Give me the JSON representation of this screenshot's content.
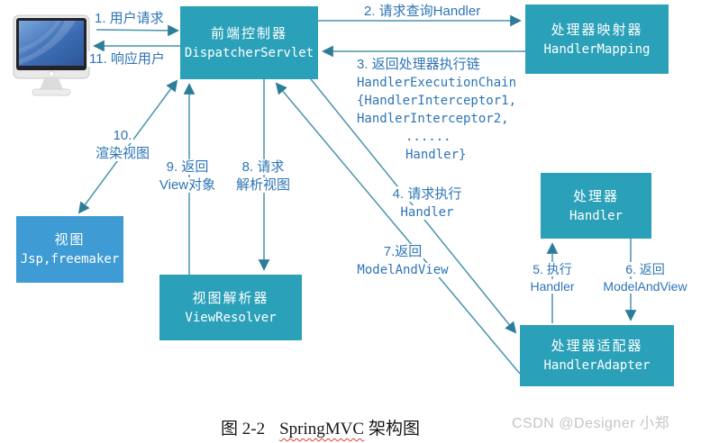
{
  "colors": {
    "box_teal": "#2ba1b9",
    "box_blue": "#3f9bd4",
    "arrow_line": "#4a93ab",
    "arrow_head": "#2c7d97",
    "label_blue": "#2e74b5",
    "caption_underline": "#e03c2d",
    "watermark_gray": "#c5c5c5"
  },
  "nodes": {
    "dispatcher": {
      "title": "前端控制器",
      "subtitle": "DispatcherServlet"
    },
    "handler_mapping": {
      "title": "处理器映射器",
      "subtitle": "HandlerMapping"
    },
    "handler": {
      "title": "处理器",
      "subtitle": "Handler"
    },
    "handler_adapter": {
      "title": "处理器适配器",
      "subtitle": "HandlerAdapter"
    },
    "view_resolver": {
      "title": "视图解析器",
      "subtitle": "ViewResolver"
    },
    "view": {
      "title": "视图",
      "subtitle": "Jsp,freemaker"
    }
  },
  "labels": {
    "step1": "1. 用户请求",
    "step2": "2. 请求查询Handler",
    "step3_line1": "3. 返回处理器执行链",
    "step3_line2": "HandlerExecutionChain",
    "step3_line3": "{HandlerInterceptor1,",
    "step3_line4": "HandlerInterceptor2,",
    "step3_line5": "......",
    "step3_line6": "Handler}",
    "step4_line1": "4. 请求执行",
    "step4_line2": "Handler",
    "step5_line1": "5. 执行",
    "step5_line2": "Handler",
    "step6_line1": "6. 返回",
    "step6_line2": "ModelAndView",
    "step7_line1": "7.返回",
    "step7_line2": "ModelAndView",
    "step8_line1": "8. 请求",
    "step8_line2": "解析视图",
    "step9_line1": "9. 返回",
    "step9_line2": "View对象",
    "step10_line1": "10.",
    "step10_line2": "渲染视图",
    "step11": "11. 响应用户"
  },
  "caption": {
    "prefix": "图 2-2",
    "highlight": "SpringMVC",
    "suffix": "架构图"
  },
  "watermark": "CSDN @Designer 小郑"
}
